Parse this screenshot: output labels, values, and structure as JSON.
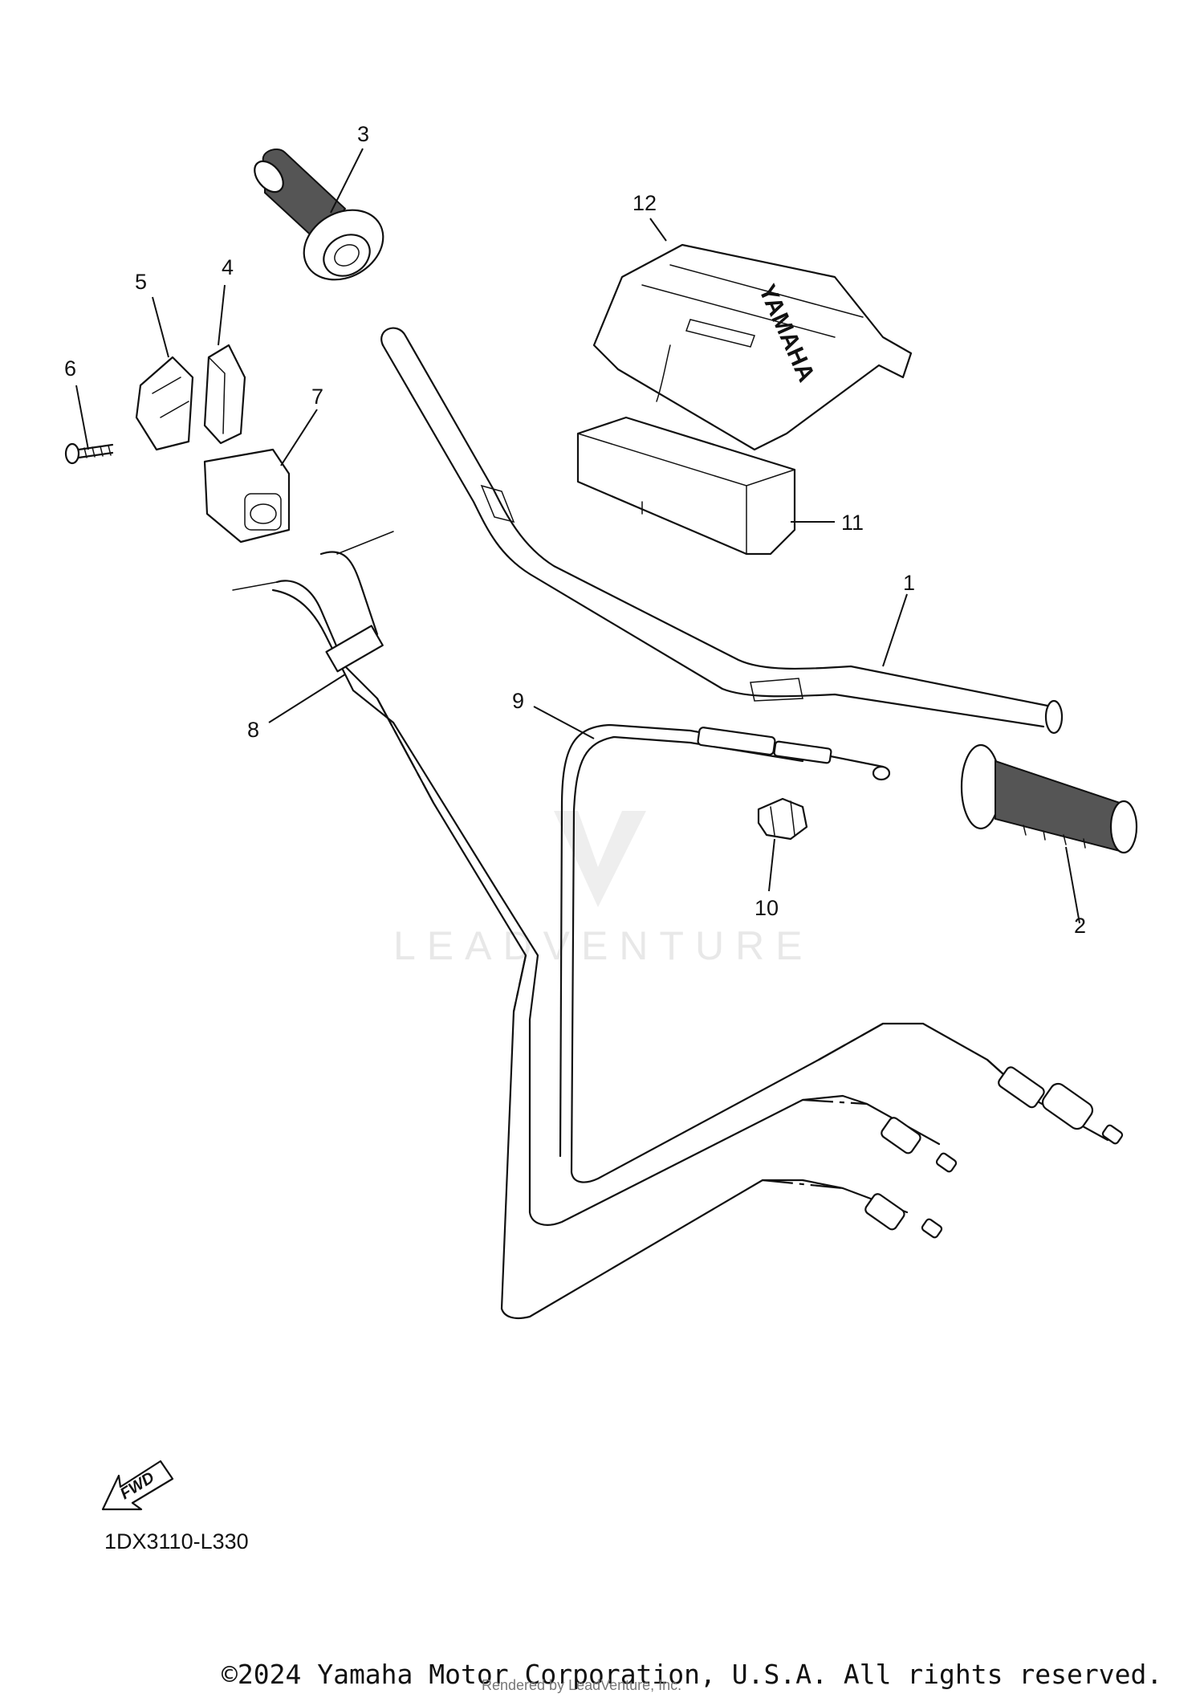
{
  "callouts": {
    "c1": "1",
    "c2": "2",
    "c3": "3",
    "c4": "4",
    "c5": "5",
    "c6": "6",
    "c7": "7",
    "c8": "8",
    "c9": "9",
    "c10": "10",
    "c11": "11",
    "c12": "12"
  },
  "brand_on_pad": "YAMAHA",
  "fwd_label": "FWD",
  "watermark": "LEADVENTURE",
  "diagram_code": "1DX3110-L330",
  "copyright": "©2024 Yamaha Motor Corporation, U.S.A. All rights reserved.",
  "rendered_by": "Rendered by LeadVenture, Inc."
}
